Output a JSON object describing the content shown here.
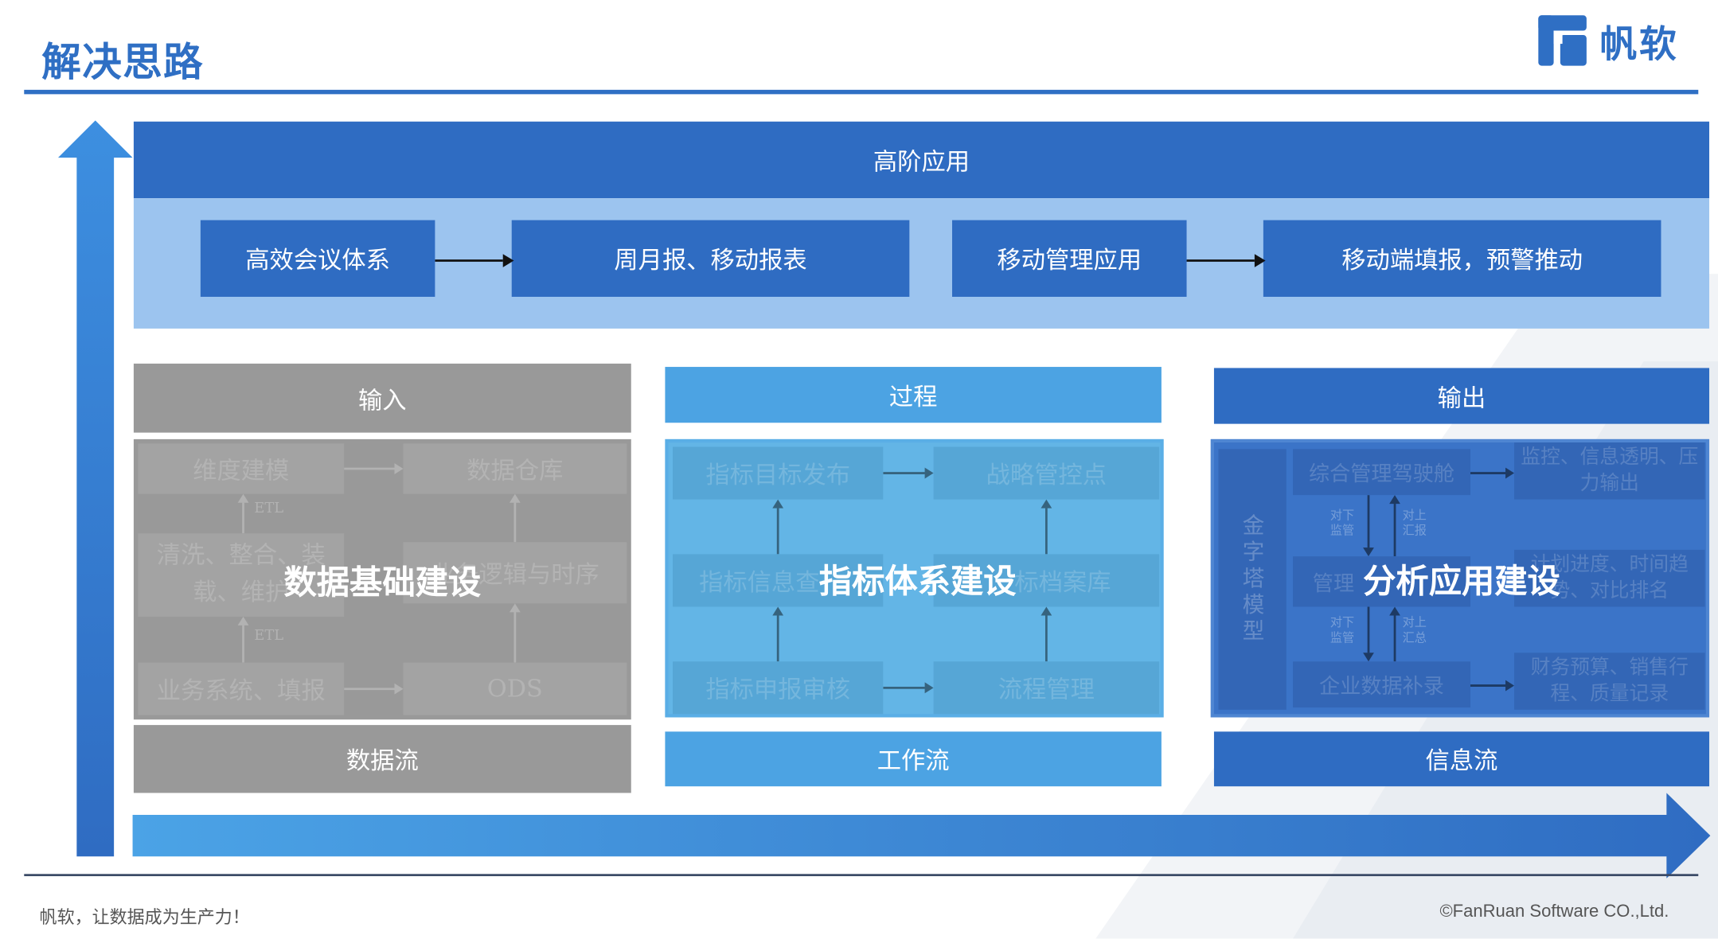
{
  "header": {
    "title": "解决思路",
    "brand_name": "帆软"
  },
  "top_section": {
    "header": "高阶应用",
    "flow": [
      "高效会议体系",
      "周月报、移动报表",
      "移动管理应用",
      "移动端填报，预警推动"
    ]
  },
  "columns": {
    "input": {
      "header": "输入",
      "footer": "数据流",
      "overlay": "数据基础建设",
      "cells": [
        "维度建模",
        "数据仓库",
        "清洗、整合、装载、维护",
        "业务逻辑与时序",
        "业务系统、填报",
        "ODS"
      ],
      "arrow_labels": [
        "ETL",
        "ETL"
      ]
    },
    "process": {
      "header": "过程",
      "footer": "工作流",
      "overlay": "指标体系建设",
      "cells": [
        "指标目标发布",
        "战略管控点",
        "指标信息查",
        "标档案库",
        "指标申报审核",
        "流程管理"
      ]
    },
    "output": {
      "header": "输出",
      "footer": "信息流",
      "overlay": "分析应用建设",
      "pyramid_label": "金字塔模型",
      "cells": [
        "综合管理驾驶舱",
        "监控、信息透明、压力输出",
        "管理",
        "计划进度、时间趋势、对比排名",
        "企业数据补录",
        "财务预算、销售行程、质量记录"
      ],
      "arrow_labels": [
        "对下监管",
        "对上汇报",
        "对下监管",
        "对上汇总"
      ]
    }
  },
  "footer": {
    "slogan": "帆软，让数据成为生产力！",
    "copyright": "©FanRuan Software CO.,Ltd."
  },
  "colors": {
    "brand_blue": "#2f6fc4",
    "dark_blue": "#2f6cc2",
    "light_band": "#9cc4ef",
    "process_blue": "#4ca3e3",
    "input_gray": "#999999"
  }
}
